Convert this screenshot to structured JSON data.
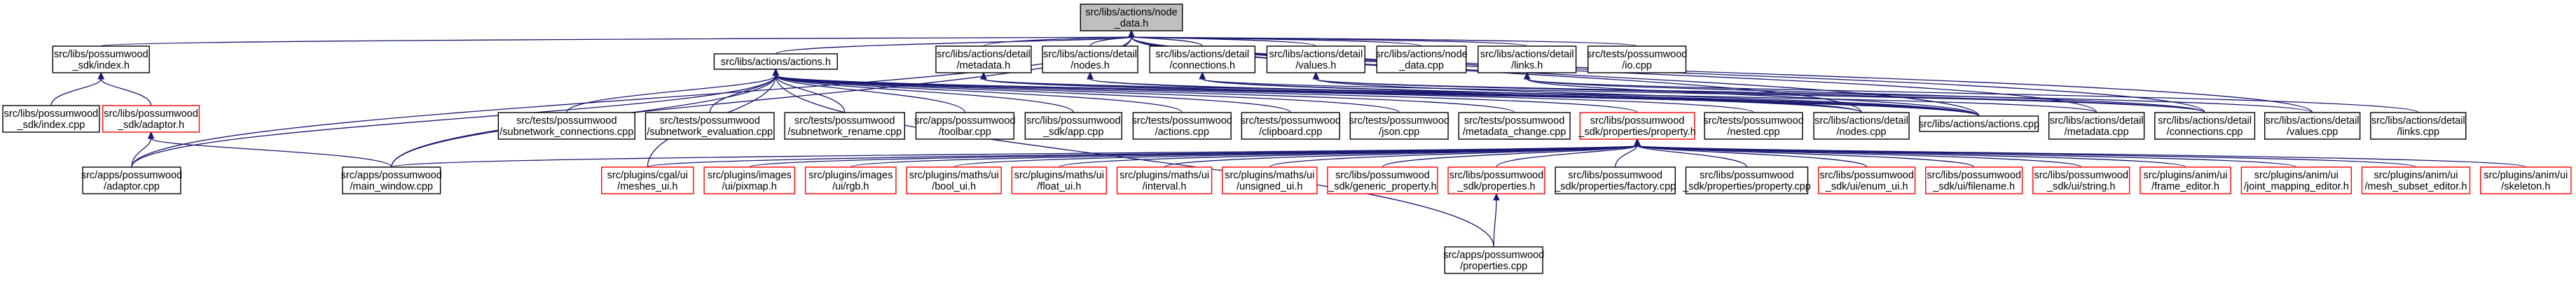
{
  "graph": {
    "nodes": [
      {
        "id": "n0",
        "lines": [
          "src/libs/actions/node",
          "_data.h"
        ],
        "root": true
      },
      {
        "id": "n1",
        "lines": [
          "src/libs/possumwood",
          "_sdk/index.h"
        ]
      },
      {
        "id": "n2",
        "lines": [
          "src/libs/actions/actions.h"
        ]
      },
      {
        "id": "n3",
        "lines": [
          "src/libs/actions/detail",
          "/metadata.h"
        ]
      },
      {
        "id": "n4",
        "lines": [
          "src/libs/actions/detail",
          "/nodes.h"
        ]
      },
      {
        "id": "n5",
        "lines": [
          "src/libs/actions/detail",
          "/connections.h"
        ]
      },
      {
        "id": "n6",
        "lines": [
          "src/libs/actions/detail",
          "/values.h"
        ]
      },
      {
        "id": "n7",
        "lines": [
          "src/libs/actions/node",
          "_data.cpp"
        ]
      },
      {
        "id": "n8",
        "lines": [
          "src/libs/actions/detail",
          "/links.h"
        ]
      },
      {
        "id": "n9",
        "lines": [
          "src/tests/possumwood",
          "/io.cpp"
        ]
      },
      {
        "id": "n10",
        "lines": [
          "src/libs/possumwood",
          "_sdk/index.cpp"
        ]
      },
      {
        "id": "n11",
        "lines": [
          "src/libs/possumwood",
          "_sdk/adaptor.h"
        ],
        "red": true
      },
      {
        "id": "n12",
        "lines": [
          "src/tests/possumwood",
          "/subnetwork_connections.cpp"
        ]
      },
      {
        "id": "n13",
        "lines": [
          "src/tests/possumwood",
          "/subnetwork_evaluation.cpp"
        ]
      },
      {
        "id": "n14",
        "lines": [
          "src/tests/possumwood",
          "/subnetwork_rename.cpp"
        ]
      },
      {
        "id": "n15",
        "lines": [
          "src/apps/possumwood",
          "/toolbar.cpp"
        ]
      },
      {
        "id": "n16",
        "lines": [
          "src/libs/possumwood",
          "_sdk/app.cpp"
        ]
      },
      {
        "id": "n17",
        "lines": [
          "src/tests/possumwood",
          "/actions.cpp"
        ]
      },
      {
        "id": "n18",
        "lines": [
          "src/tests/possumwood",
          "/clipboard.cpp"
        ]
      },
      {
        "id": "n19",
        "lines": [
          "src/tests/possumwood",
          "/json.cpp"
        ]
      },
      {
        "id": "n20",
        "lines": [
          "src/tests/possumwood",
          "/metadata_change.cpp"
        ]
      },
      {
        "id": "n21",
        "lines": [
          "src/libs/possumwood",
          "_sdk/properties/property.h"
        ],
        "red": true
      },
      {
        "id": "n22",
        "lines": [
          "src/tests/possumwood",
          "/nested.cpp"
        ]
      },
      {
        "id": "n23",
        "lines": [
          "src/libs/actions/detail",
          "/nodes.cpp"
        ]
      },
      {
        "id": "n24",
        "lines": [
          "src/libs/actions/actions.cpp"
        ]
      },
      {
        "id": "n25",
        "lines": [
          "src/libs/actions/detail",
          "/metadata.cpp"
        ]
      },
      {
        "id": "n26",
        "lines": [
          "src/libs/actions/detail",
          "/connections.cpp"
        ]
      },
      {
        "id": "n27",
        "lines": [
          "src/libs/actions/detail",
          "/values.cpp"
        ]
      },
      {
        "id": "n28",
        "lines": [
          "src/libs/actions/detail",
          "/links.cpp"
        ]
      },
      {
        "id": "n29",
        "lines": [
          "src/apps/possumwood",
          "/adaptor.cpp"
        ]
      },
      {
        "id": "n30",
        "lines": [
          "src/apps/possumwood",
          "/main_window.cpp"
        ]
      },
      {
        "id": "n31",
        "lines": [
          "src/plugins/cgal/ui",
          "/meshes_ui.h"
        ],
        "red": true
      },
      {
        "id": "n32",
        "lines": [
          "src/plugins/images",
          "/ui/pixmap.h"
        ],
        "red": true
      },
      {
        "id": "n33",
        "lines": [
          "src/plugins/images",
          "/ui/rgb.h"
        ],
        "red": true
      },
      {
        "id": "n34",
        "lines": [
          "src/plugins/maths/ui",
          "/bool_ui.h"
        ],
        "red": true
      },
      {
        "id": "n35",
        "lines": [
          "src/plugins/maths/ui",
          "/float_ui.h"
        ],
        "red": true
      },
      {
        "id": "n36",
        "lines": [
          "src/plugins/maths/ui",
          "/interval.h"
        ],
        "red": true
      },
      {
        "id": "n37",
        "lines": [
          "src/plugins/maths/ui",
          "/unsigned_ui.h"
        ],
        "red": true
      },
      {
        "id": "n38",
        "lines": [
          "src/libs/possumwood",
          "_sdk/generic_property.h"
        ],
        "red": true
      },
      {
        "id": "n39",
        "lines": [
          "src/libs/possumwood",
          "_sdk/properties.h"
        ],
        "red": true
      },
      {
        "id": "n40",
        "lines": [
          "src/libs/possumwood",
          "_sdk/properties/factory.cpp"
        ]
      },
      {
        "id": "n41",
        "lines": [
          "src/libs/possumwood",
          "_sdk/properties/property.cpp"
        ]
      },
      {
        "id": "n42",
        "lines": [
          "src/libs/possumwood",
          "_sdk/ui/enum_ui.h"
        ],
        "red": true
      },
      {
        "id": "n43",
        "lines": [
          "src/libs/possumwood",
          "_sdk/ui/filename.h"
        ],
        "red": true
      },
      {
        "id": "n44",
        "lines": [
          "src/libs/possumwood",
          "_sdk/ui/string.h"
        ],
        "red": true
      },
      {
        "id": "n45",
        "lines": [
          "src/plugins/anim/ui",
          "/frame_editor.h"
        ],
        "red": true
      },
      {
        "id": "n46",
        "lines": [
          "src/plugins/anim/ui",
          "/joint_mapping_editor.h"
        ],
        "red": true
      },
      {
        "id": "n47",
        "lines": [
          "src/plugins/anim/ui",
          "/mesh_subset_editor.h"
        ],
        "red": true
      },
      {
        "id": "n48",
        "lines": [
          "src/plugins/anim/ui",
          "/skeleton.h"
        ],
        "red": true
      },
      {
        "id": "n49",
        "lines": [
          "src/apps/possumwood",
          "/properties.cpp"
        ]
      }
    ],
    "edges": [
      [
        "n1",
        "n0"
      ],
      [
        "n2",
        "n0"
      ],
      [
        "n3",
        "n0"
      ],
      [
        "n4",
        "n0"
      ],
      [
        "n5",
        "n0"
      ],
      [
        "n6",
        "n0"
      ],
      [
        "n7",
        "n0"
      ],
      [
        "n8",
        "n0"
      ],
      [
        "n9",
        "n0"
      ],
      [
        "n29",
        "n0"
      ],
      [
        "n30",
        "n0"
      ],
      [
        "n24",
        "n0"
      ],
      [
        "n23",
        "n0"
      ],
      [
        "n25",
        "n0"
      ],
      [
        "n26",
        "n0"
      ],
      [
        "n27",
        "n0"
      ],
      [
        "n10",
        "n1"
      ],
      [
        "n11",
        "n1"
      ],
      [
        "n29",
        "n11"
      ],
      [
        "n30",
        "n11"
      ],
      [
        "n12",
        "n2"
      ],
      [
        "n13",
        "n2"
      ],
      [
        "n14",
        "n2"
      ],
      [
        "n15",
        "n2"
      ],
      [
        "n16",
        "n2"
      ],
      [
        "n17",
        "n2"
      ],
      [
        "n18",
        "n2"
      ],
      [
        "n19",
        "n2"
      ],
      [
        "n20",
        "n2"
      ],
      [
        "n21",
        "n2"
      ],
      [
        "n22",
        "n2"
      ],
      [
        "n24",
        "n2"
      ],
      [
        "n30",
        "n2"
      ],
      [
        "n29",
        "n2"
      ],
      [
        "n49",
        "n2"
      ],
      [
        "n31",
        "n2"
      ],
      [
        "n23",
        "n3"
      ],
      [
        "n24",
        "n3"
      ],
      [
        "n25",
        "n3"
      ],
      [
        "n23",
        "n4"
      ],
      [
        "n24",
        "n4"
      ],
      [
        "n23",
        "n5"
      ],
      [
        "n24",
        "n5"
      ],
      [
        "n26",
        "n5"
      ],
      [
        "n24",
        "n6"
      ],
      [
        "n26",
        "n6"
      ],
      [
        "n27",
        "n6"
      ],
      [
        "n24",
        "n8"
      ],
      [
        "n26",
        "n8"
      ],
      [
        "n28",
        "n8"
      ],
      [
        "n31",
        "n21"
      ],
      [
        "n32",
        "n21"
      ],
      [
        "n33",
        "n21"
      ],
      [
        "n34",
        "n21"
      ],
      [
        "n35",
        "n21"
      ],
      [
        "n36",
        "n21"
      ],
      [
        "n37",
        "n21"
      ],
      [
        "n38",
        "n21"
      ],
      [
        "n39",
        "n21"
      ],
      [
        "n40",
        "n21"
      ],
      [
        "n41",
        "n21"
      ],
      [
        "n42",
        "n21"
      ],
      [
        "n43",
        "n21"
      ],
      [
        "n44",
        "n21"
      ],
      [
        "n45",
        "n21"
      ],
      [
        "n46",
        "n21"
      ],
      [
        "n47",
        "n21"
      ],
      [
        "n48",
        "n21"
      ],
      [
        "n30",
        "n21"
      ],
      [
        "n49",
        "n39"
      ]
    ]
  }
}
